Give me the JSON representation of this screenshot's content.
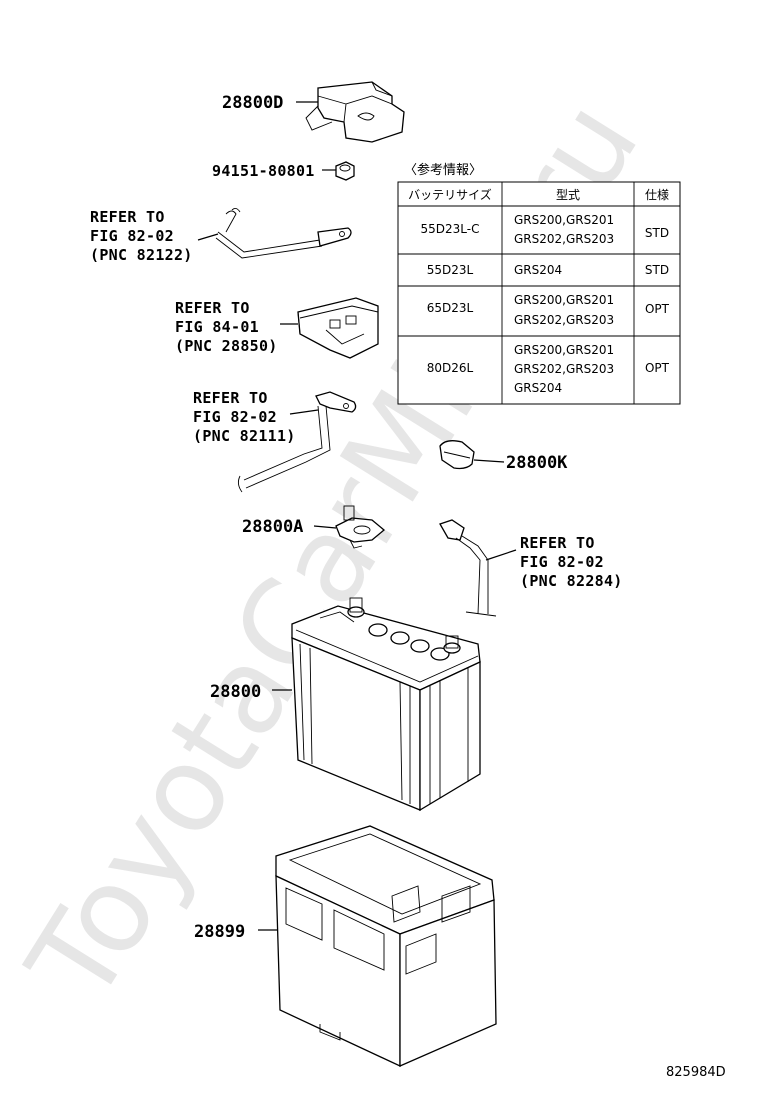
{
  "watermark": "ToyotaCarMine.ru",
  "figure_code": "825984D",
  "callouts": {
    "p28800D": "28800D",
    "p94151": "94151-80801",
    "p28800K": "28800K",
    "p28800A": "28800A",
    "p28800": "28800",
    "p28899": "28899"
  },
  "refers": [
    {
      "line1": "REFER TO",
      "line2": "FIG 82-02",
      "line3": "(PNC 82122)"
    },
    {
      "line1": "REFER TO",
      "line2": "FIG 84-01",
      "line3": "(PNC 28850)"
    },
    {
      "line1": "REFER TO",
      "line2": "FIG 82-02",
      "line3": "(PNC 82111)"
    },
    {
      "line1": "REFER TO",
      "line2": "FIG 82-02",
      "line3": "(PNC 82284)"
    }
  ],
  "info_table": {
    "caption": "〈参考情報〉",
    "headers": [
      "バッテリサイズ",
      "型式",
      "仕様"
    ],
    "rows": [
      {
        "size": "55D23L-C",
        "models": [
          "GRS200,GRS201",
          "GRS202,GRS203"
        ],
        "spec": "STD"
      },
      {
        "size": "55D23L",
        "models": [
          "GRS204"
        ],
        "spec": "STD"
      },
      {
        "size": "65D23L",
        "models": [
          "GRS200,GRS201",
          "GRS202,GRS203"
        ],
        "spec": "OPT"
      },
      {
        "size": "80D26L",
        "models": [
          "GRS200,GRS201",
          "GRS202,GRS203",
          "GRS204"
        ],
        "spec": "OPT"
      }
    ]
  }
}
